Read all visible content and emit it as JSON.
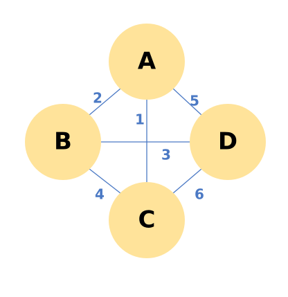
{
  "graph": {
    "node_color": "#FFE39A",
    "edge_color": "#4B79C4",
    "label_color": "#000000",
    "nodes": [
      {
        "id": "A",
        "label": "A"
      },
      {
        "id": "B",
        "label": "B"
      },
      {
        "id": "C",
        "label": "C"
      },
      {
        "id": "D",
        "label": "D"
      }
    ],
    "edges": [
      {
        "from": "A",
        "to": "C",
        "weight": "1"
      },
      {
        "from": "A",
        "to": "B",
        "weight": "2"
      },
      {
        "from": "B",
        "to": "D",
        "weight": "3"
      },
      {
        "from": "B",
        "to": "C",
        "weight": "4"
      },
      {
        "from": "A",
        "to": "D",
        "weight": "5"
      },
      {
        "from": "C",
        "to": "D",
        "weight": "6"
      }
    ]
  }
}
